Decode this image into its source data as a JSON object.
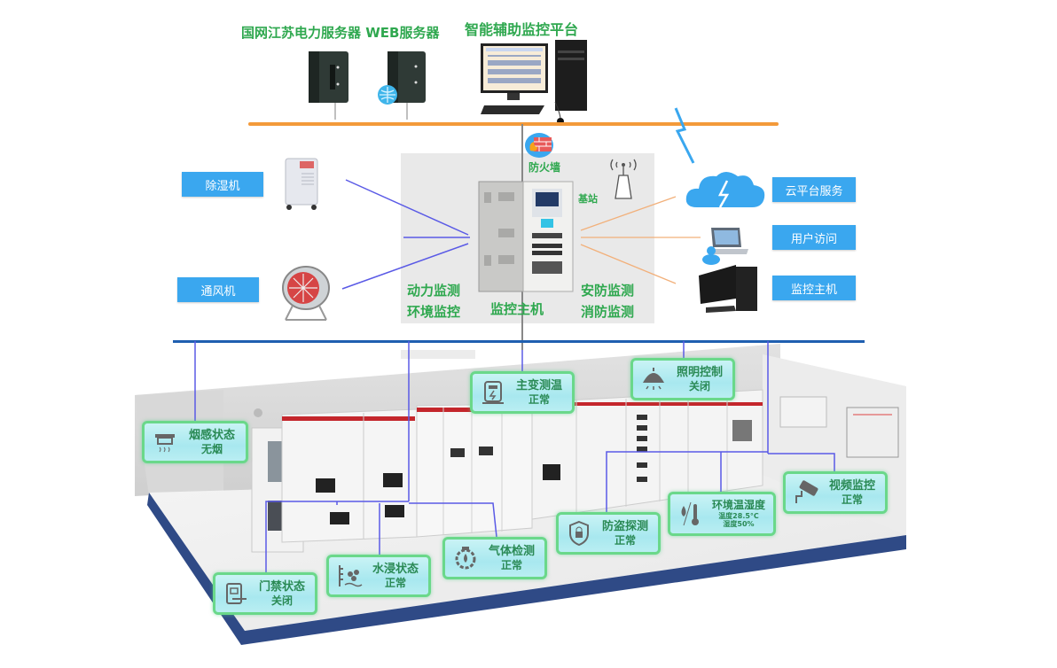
{
  "top": {
    "server_label": "国网江苏电力服务器 WEB服务器",
    "platform_label": "智能辅助监控平台"
  },
  "middle": {
    "firewall_label": "防火墙",
    "base_station_label": "基站",
    "left_devices": [
      {
        "label": "除湿机",
        "icon": "dehumidifier-icon"
      },
      {
        "label": "通风机",
        "icon": "fan-icon"
      }
    ],
    "right_services": [
      {
        "label": "云平台服务",
        "icon": "cloud-icon"
      },
      {
        "label": "用户访问",
        "icon": "laptop-icon"
      },
      {
        "label": "监控主机",
        "icon": "desktop-icon"
      }
    ],
    "monitor_labels": {
      "power": "动力监测",
      "environment": "环境监控",
      "host": "监控主机",
      "security": "安防监测",
      "fire": "消防监测"
    }
  },
  "status_cards": [
    {
      "id": "smoke",
      "title": "烟感状态",
      "value": "无烟",
      "icon": "smoke-detector-icon"
    },
    {
      "id": "transformer",
      "title": "主变测温",
      "value": "正常",
      "icon": "transformer-icon"
    },
    {
      "id": "lighting",
      "title": "照明控制",
      "value": "关闭",
      "icon": "lamp-icon"
    },
    {
      "id": "video",
      "title": "视频监控",
      "value": "正常",
      "icon": "camera-icon"
    },
    {
      "id": "env",
      "title": "环境温湿度",
      "value": "温度28.5°C",
      "value2": "湿度50%",
      "icon": "thermometer-icon"
    },
    {
      "id": "antitheft",
      "title": "防盗探测",
      "value": "正常",
      "icon": "shield-lock-icon"
    },
    {
      "id": "gas",
      "title": "气体检测",
      "value": "正常",
      "icon": "gas-sensor-icon"
    },
    {
      "id": "water",
      "title": "水浸状态",
      "value": "正常",
      "icon": "water-sensor-icon"
    },
    {
      "id": "door",
      "title": "门禁状态",
      "value": "关闭",
      "icon": "door-access-icon"
    }
  ],
  "colors": {
    "orange_bus": "#f39a3a",
    "blue_bus": "#1f5fb0",
    "link_line": "#5a5ae6",
    "label_green": "#2fa84f",
    "service_blue": "#3aa7ef"
  }
}
